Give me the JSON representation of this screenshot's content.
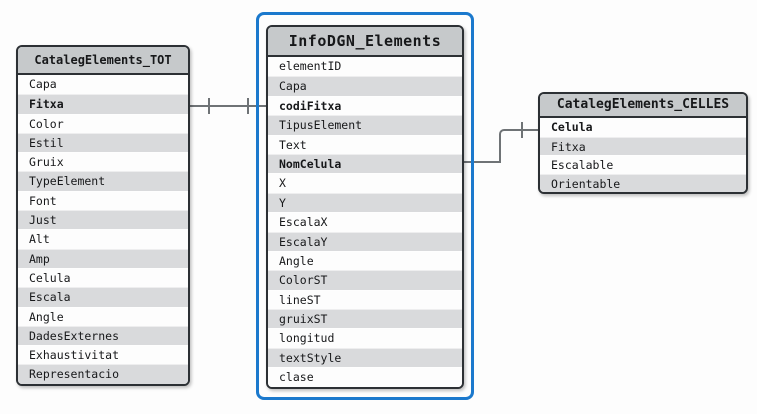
{
  "diagram": {
    "kind": "database-relationships-view",
    "colors": {
      "header_bg": "#c6c9cb",
      "row_bg": "#fdfdfd",
      "row_alt_bg": "#d9dadc",
      "table_border": "#2c3034",
      "selection_border": "#1b79cd",
      "connector": "#6f7376",
      "text": "#17181a"
    },
    "tables": [
      {
        "id": "CatalegElements_TOT",
        "title": "CatalegElements_TOT",
        "selected": false,
        "fields": [
          {
            "label": "Capa",
            "bold": false
          },
          {
            "label": "Fitxa",
            "bold": true
          },
          {
            "label": "Color",
            "bold": false
          },
          {
            "label": "Estil",
            "bold": false
          },
          {
            "label": "Gruix",
            "bold": false
          },
          {
            "label": "TypeElement",
            "bold": false
          },
          {
            "label": "Font",
            "bold": false
          },
          {
            "label": "Just",
            "bold": false
          },
          {
            "label": "Alt",
            "bold": false
          },
          {
            "label": "Amp",
            "bold": false
          },
          {
            "label": "Celula",
            "bold": false
          },
          {
            "label": "Escala",
            "bold": false
          },
          {
            "label": "Angle",
            "bold": false
          },
          {
            "label": "DadesExternes",
            "bold": false
          },
          {
            "label": "Exhaustivitat",
            "bold": false
          },
          {
            "label": "Representacio",
            "bold": false
          }
        ]
      },
      {
        "id": "InfoDGN_Elements",
        "title": "InfoDGN_Elements",
        "selected": true,
        "fields": [
          {
            "label": "elementID",
            "bold": false
          },
          {
            "label": "Capa",
            "bold": false
          },
          {
            "label": "codiFitxa",
            "bold": true
          },
          {
            "label": "TipusElement",
            "bold": false
          },
          {
            "label": "Text",
            "bold": false
          },
          {
            "label": "NomCelula",
            "bold": true
          },
          {
            "label": "X",
            "bold": false
          },
          {
            "label": "Y",
            "bold": false
          },
          {
            "label": "EscalaX",
            "bold": false
          },
          {
            "label": "EscalaY",
            "bold": false
          },
          {
            "label": "Angle",
            "bold": false
          },
          {
            "label": "ColorST",
            "bold": false
          },
          {
            "label": "lineST",
            "bold": false
          },
          {
            "label": "gruixST",
            "bold": false
          },
          {
            "label": "longitud",
            "bold": false
          },
          {
            "label": "textStyle",
            "bold": false
          },
          {
            "label": "clase",
            "bold": false
          }
        ]
      },
      {
        "id": "CatalegElements_CELLES",
        "title": "CatalegElements_CELLES",
        "selected": false,
        "fields": [
          {
            "label": "Celula",
            "bold": true
          },
          {
            "label": "Fitxa",
            "bold": false
          },
          {
            "label": "Escalable",
            "bold": false
          },
          {
            "label": "Orientable",
            "bold": false
          }
        ]
      }
    ],
    "relationships": [
      {
        "from_table": "CatalegElements_TOT",
        "from_field": "Fitxa",
        "to_table": "InfoDGN_Elements",
        "to_field": "codiFitxa",
        "tick_marks": 2
      },
      {
        "from_table": "InfoDGN_Elements",
        "from_field": "NomCelula",
        "to_table": "CatalegElements_CELLES",
        "to_field": "Celula",
        "tick_marks": 1
      }
    ]
  }
}
